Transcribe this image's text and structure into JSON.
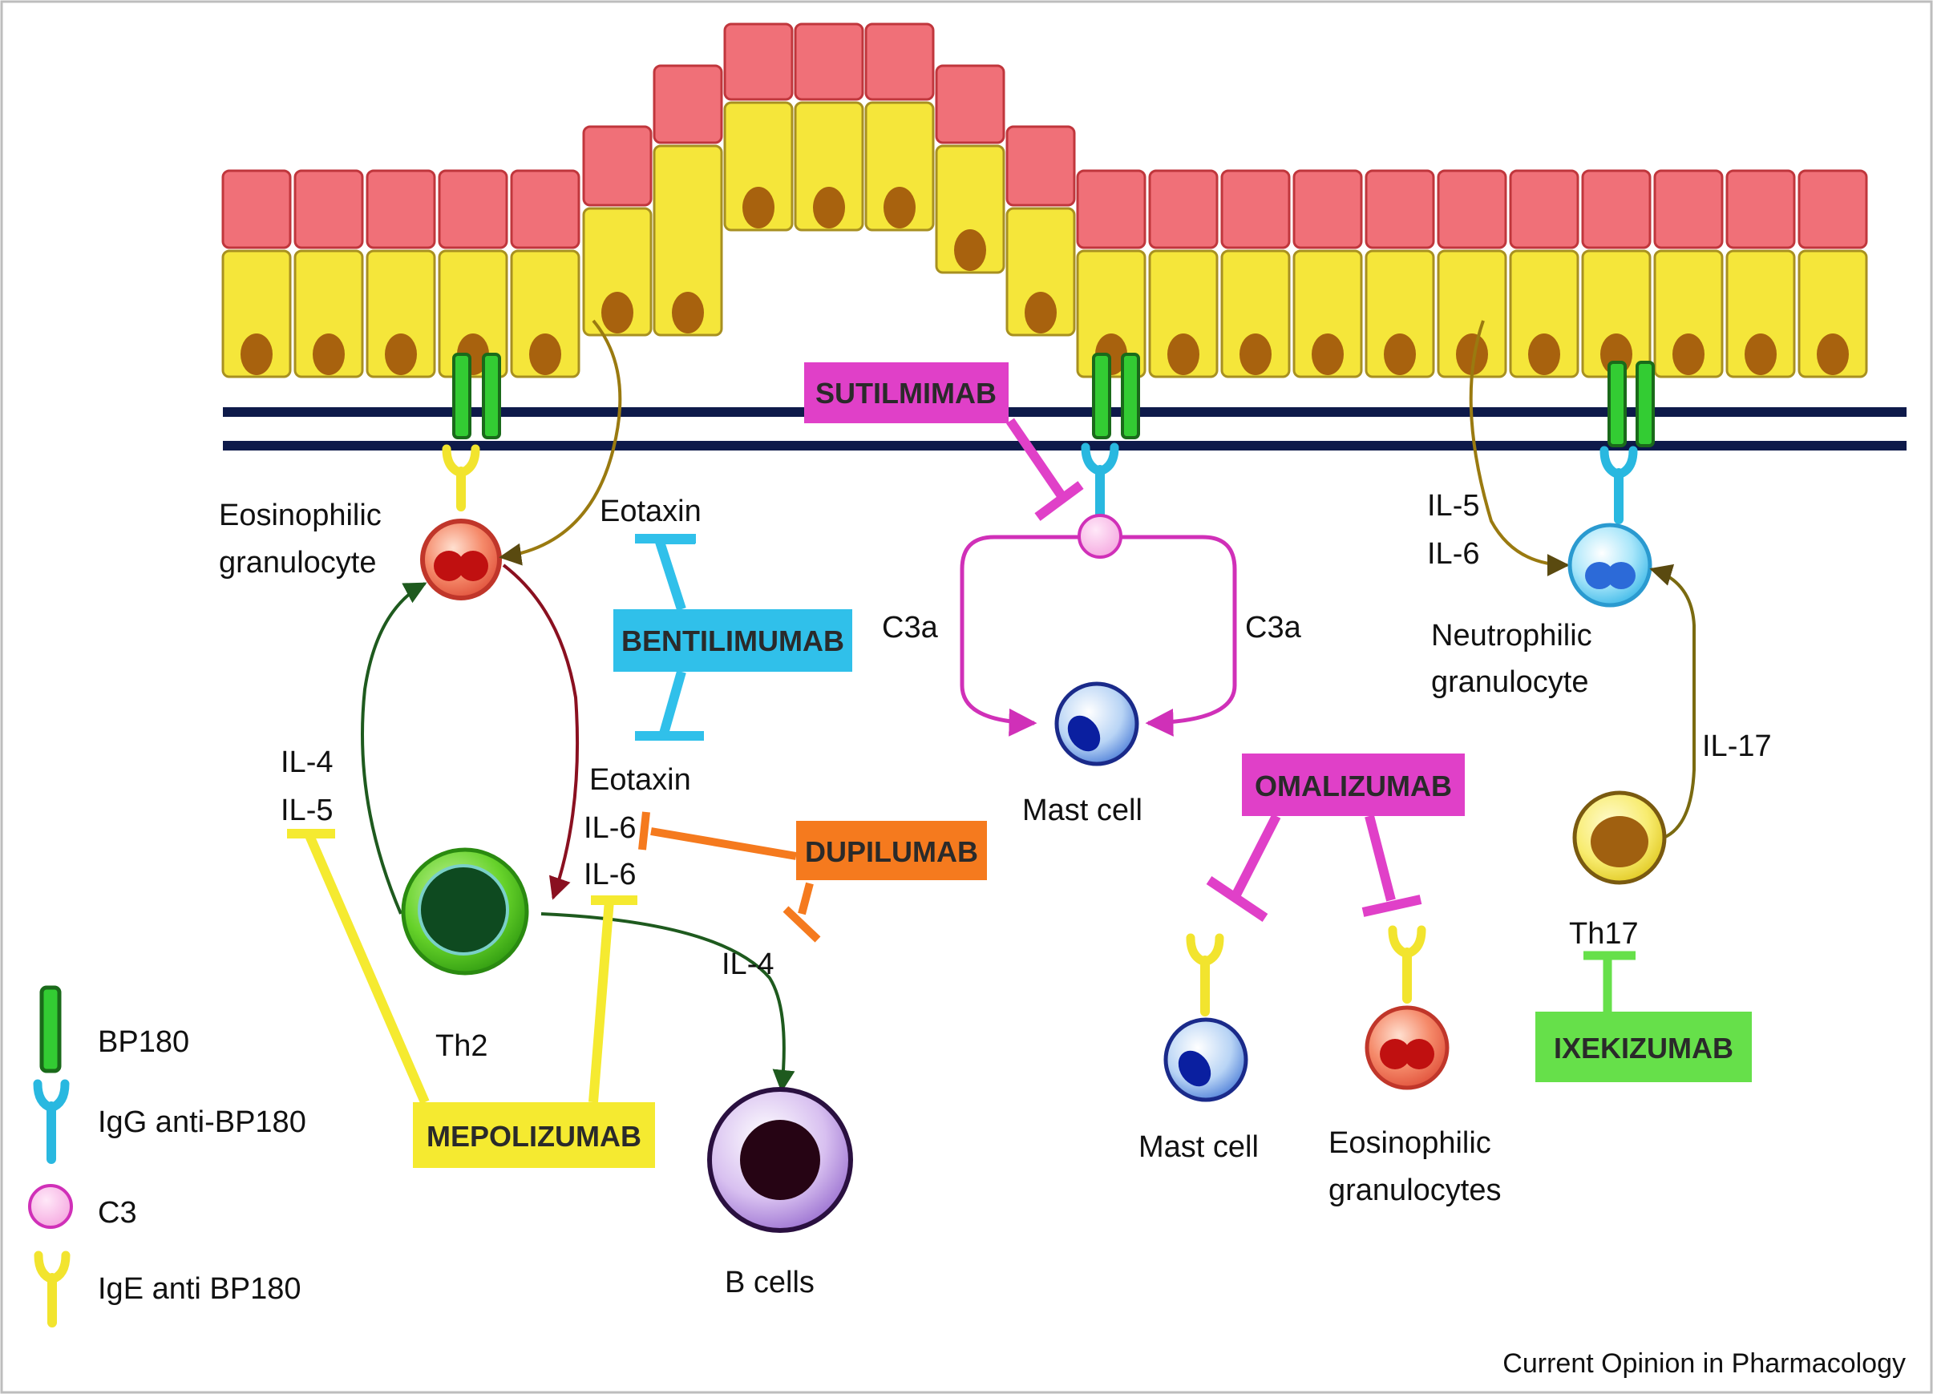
{
  "labels": {
    "eosinophilic_line1": "Eosinophilic",
    "eosinophilic_line2": "granulocyte",
    "eotaxin_top": "Eotaxin",
    "c3a_left": "C3a",
    "c3a_right": "C3a",
    "mast_cell_center": "Mast cell",
    "il5_right": "IL-5",
    "il6_right": "IL-6",
    "neutrophilic_line1": "Neutrophilic",
    "neutrophilic_line2": "granulocyte",
    "il17": "IL-17",
    "il4_left": "IL-4",
    "il5_left": "IL-5",
    "eotaxin_mid": "Eotaxin",
    "il6_a": "IL-6",
    "il6_b": "IL-6",
    "il4_bcell": "IL-4",
    "th2": "Th2",
    "b_cells": "B cells",
    "th17": "Th17",
    "mast_cell_bottom": "Mast cell",
    "eosinophilic_bottom_line1": "Eosinophilic",
    "eosinophilic_bottom_line2": "granulocytes"
  },
  "drugs": {
    "sutilmimab": "SUTILMIMAB",
    "bentilimumab": "BENTILIMUMAB",
    "dupilumab": "DUPILUMAB",
    "omalizumab": "OMALIZUMAB",
    "mepolizumab": "MEPOLIZUMAB",
    "ixekizumab": "IXEKIZUMAB"
  },
  "legend": {
    "bp180": "BP180",
    "igg": "IgG anti-BP180",
    "c3": "C3",
    "ige": "IgE anti BP180"
  },
  "credit": "Current Opinion in Pharmacology",
  "colors": {
    "epidermis_top": "#f07078",
    "epidermis_bottom": "#f5e63a",
    "membrane": "#0e1a4a",
    "bp180": "#33cc33",
    "igg": "#29b8e0",
    "c3": "#f5a8e0",
    "ige": "#f5e63a",
    "sutilmimab": "#e040c8",
    "bentilimumab": "#30c0ea",
    "dupilumab": "#f57a1e",
    "omalizumab": "#e040c8",
    "mepolizumab": "#f5ea30",
    "ixekizumab": "#66e04a"
  }
}
